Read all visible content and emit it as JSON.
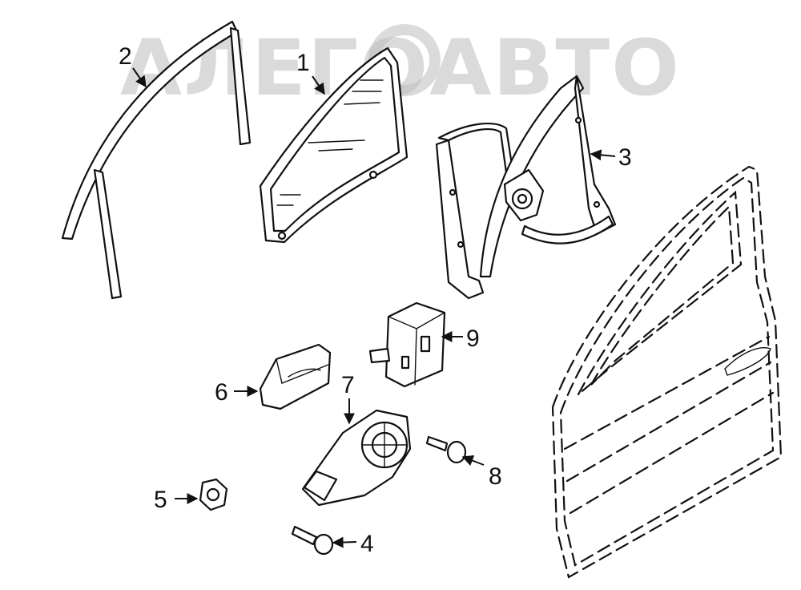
{
  "watermark": {
    "text": "АЛЕГОАВТО",
    "color": "#bdbdbd"
  },
  "callouts": [
    "1",
    "2",
    "3",
    "4",
    "5",
    "6",
    "7",
    "8",
    "9"
  ],
  "colors": {
    "line": "#111111",
    "background": "#ffffff"
  }
}
